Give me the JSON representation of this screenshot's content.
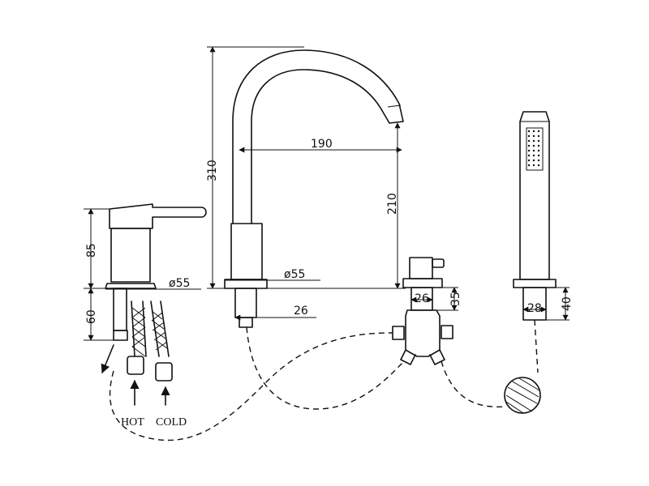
{
  "diagram": {
    "spout": {
      "height_label": "310",
      "reach_label": "190",
      "outlet_height_label": "210",
      "base_diameter_label": "ø55",
      "shank_label": "26"
    },
    "mixer": {
      "height_label": "85",
      "shank_height_label": "60",
      "base_diameter_label": "ø55"
    },
    "diverter": {
      "width_label": "26",
      "height_label": "35"
    },
    "handshower": {
      "width_label": "28",
      "height_label": "40"
    },
    "supply": {
      "hot_label": "HOT",
      "cold_label": "COLD"
    }
  }
}
